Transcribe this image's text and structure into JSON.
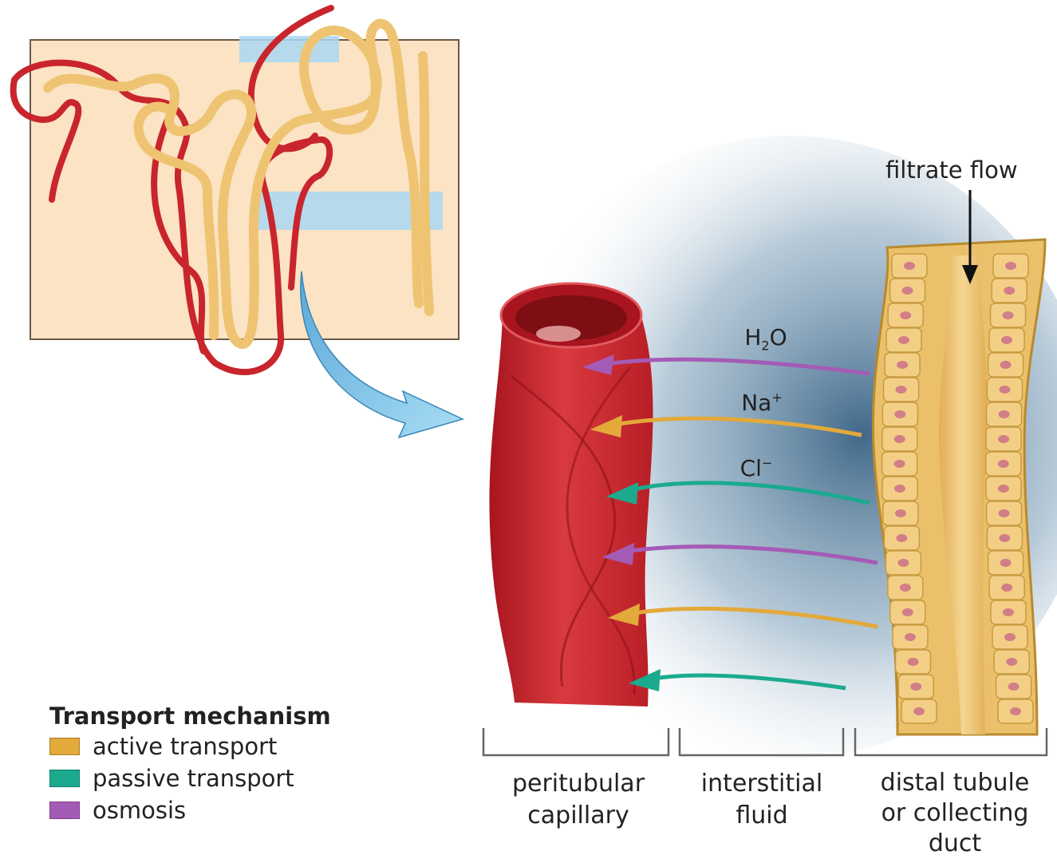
{
  "labels": {
    "filtrate_flow": "filtrate flow",
    "water": {
      "main": "H",
      "sub": "2",
      "tail": "O"
    },
    "sodium": {
      "main": "Na",
      "sup": "+"
    },
    "chloride": {
      "main": "Cl",
      "sup": "−"
    }
  },
  "regions": {
    "capillary": [
      "peritubular",
      "capillary"
    ],
    "interstitial": [
      "interstitial",
      "fluid"
    ],
    "tubule": [
      "distal tubule",
      "or collecting",
      "duct"
    ]
  },
  "legend": {
    "title": "Transport mechanism",
    "items": [
      {
        "label": "active transport",
        "color": "#E3A93A"
      },
      {
        "label": "passive transport",
        "color": "#1BAA8E"
      },
      {
        "label": "osmosis",
        "color": "#A45BB6"
      }
    ]
  },
  "colors": {
    "capillary": "#C9252C",
    "tubule": "#EEC472",
    "inset_background": "#FBE3C4",
    "inset_highlight": "#A9D7F2",
    "zoom_arrow": "#8BCFF0",
    "interstitial_shade": "#1F4E74"
  }
}
